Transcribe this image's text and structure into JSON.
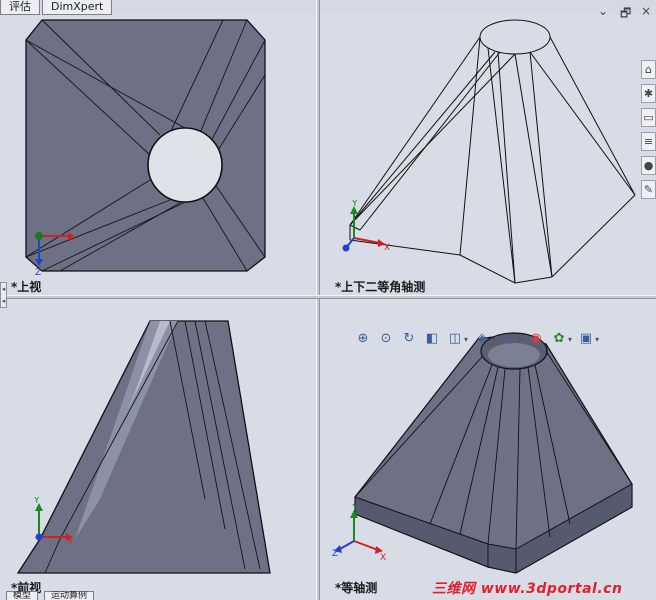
{
  "tabs_top": [
    "评估",
    "DimXpert"
  ],
  "window_controls": {
    "minimize": "⌄",
    "restore": "🗗"
  },
  "viewports": {
    "top_left": {
      "label": "*上视"
    },
    "top_right": {
      "label": "*上下二等角轴测"
    },
    "bottom_left": {
      "label": "*前视"
    },
    "bottom_right": {
      "label": "*等轴测"
    }
  },
  "triad": {
    "x": "X",
    "y": "Y",
    "z": "Z"
  },
  "view_toolbar": [
    "zoom-to-fit-icon",
    "zoom-to-area-icon",
    "rotate-view-icon",
    "section-view-icon",
    "view-orientation-icon",
    "display-style-icon",
    "hide-show-items-icon",
    "edit-appearance-icon",
    "apply-scene-icon",
    "view-settings-icon"
  ],
  "side_panel": [
    "home-icon",
    "parts-icon",
    "folder-icon",
    "list-icon",
    "appearance-icon",
    "custom-properties-icon"
  ],
  "tabs_bottom": [
    "模型",
    "运动算例"
  ],
  "watermark": "三维网 www.3dportal.cn"
}
